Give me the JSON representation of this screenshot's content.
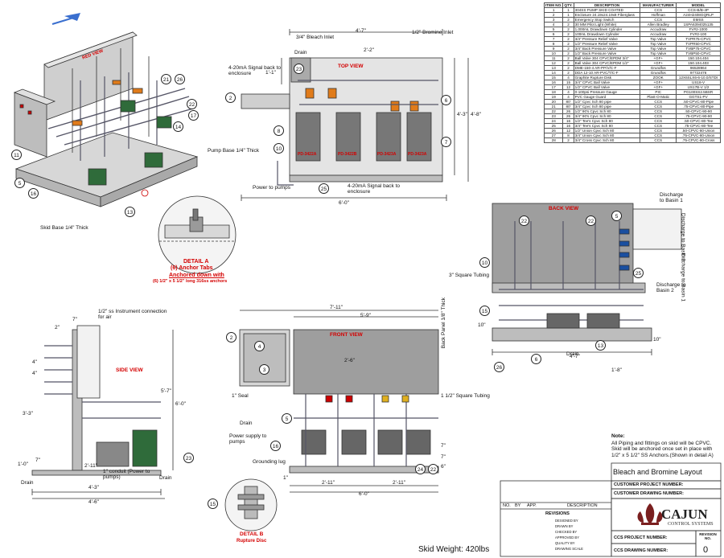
{
  "views": {
    "top_view": "TOP VIEW",
    "back_view": "BACK VIEW",
    "side_view": "SIDE VIEW",
    "front_view": "FRONT VIEW",
    "iso_banner": "RED VIEW"
  },
  "pump_tags": [
    "PD-3422A",
    "PD-3422B",
    "PD-3423A",
    "PD-3423A"
  ],
  "top_dims": {
    "overall_w": "4'-7\"",
    "overall_d": "4'-3\"",
    "overall_d2": "4'-8\"",
    "base_w": "6'-0\"",
    "small": "1'-1\"",
    "small2": "2'-2\""
  },
  "back_dims": {
    "w": "4'-7\"",
    "h1": "1'-8\"",
    "h2": "10\"",
    "h3": "10\""
  },
  "side_dims": {
    "w1": "4'-3\"",
    "w2": "4'-6\"",
    "w3": "2'-11\"",
    "h1": "5'-7\"",
    "h2": "6'-0\"",
    "h3": "3'-3\"",
    "h4": "1'-0\"",
    "a": "2\"",
    "b": "7\"",
    "c": "4\"",
    "d": "4\"",
    "e": "7\""
  },
  "front_dims": {
    "w1": "7'-11\"",
    "w2": "5'-9\"",
    "h1": "2'-6\"",
    "d1": "2'-11\"",
    "d2": "2'-11\"",
    "total": "6'-0\"",
    "x1": "7\"",
    "x2": "7\"",
    "x3": "6\"",
    "y1": "1\""
  },
  "labels": {
    "bleach_inlet": "3/4\" Bleach Inlet",
    "bromine_inlet": "1/2\" Bromine Inlet",
    "signal_back": "4-20mA Signal back to enclosure",
    "signal_back2": "4-20mA Signal back to enclosure",
    "power_to_pumps": "Power to pumps",
    "drain": "Drain",
    "pump_base": "Pump Base 1/4\" Thick",
    "skid_base": "Skid Base 1/4\" Thick",
    "detail_a_title": "DETAIL A",
    "detail_a_l1": "(6) Anchor Tabs",
    "detail_a_l2": "Anchored down with",
    "detail_a_l3": "(6) 1/2\" x 5 1/2\" long 316ss anchors",
    "instrument_conn": "1/2\" ss Instrument connection for air",
    "conduit": "1\" conduit (Power to pumps)",
    "seal": "1\" Seal",
    "power_supply": "Power supply to pumps",
    "grounding": "Grounding lug",
    "sq_tubing_front": "1 1/2\" Square Tubing",
    "sq_tubing_back": "3\" Square Tubing",
    "back_panel": "Back Panel 1/8\" Thick",
    "discharge_basin1": "Discharge to Basin 1",
    "discharge_basin2": "Discharge to Basin 2",
    "discharge_basin2b": "Discharge to Basin 2",
    "discharge_basin1b": "Discharge to Basin 1",
    "detail_b_title": "DETAIL B",
    "detail_b_sub": "Rupture Disc",
    "skid_weight": "Skid Weight: 420lbs",
    "note_title": "Note:",
    "note_body": "All Piping and fittings on skid will be CPVC. Skid will be anchored once set in place with 1/2\" x 5 1/2\" SS Anchors.(Shown in detail A)"
  },
  "bom": {
    "headers": [
      "ITEM NO.",
      "QTY.",
      "DESCRIPTION",
      "MANUFACTURER",
      "MODEL"
    ],
    "rows": [
      [
        "1",
        "1",
        "304SS PUMP SKID COATED",
        "CCS",
        "CCS-B/B-4P"
      ],
      [
        "2",
        "1",
        "Enclosure 24.19x24.19x8 Fiberglass",
        "Hoffman",
        "A24H2408GQRLP"
      ],
      [
        "3",
        "2",
        "Emergency Stop Switch",
        "CCS",
        "EMSS"
      ],
      [
        "4",
        "2",
        "30 MM Pilot Light (White)",
        "Allen Bradley",
        "1SPA6394025135"
      ],
      [
        "5",
        "2",
        "1,000mL Drawdown Cylinder",
        "Accudraw",
        "FV#2-1000"
      ],
      [
        "6",
        "2",
        "100mL Drawdown Cylinder",
        "Accudraw",
        "FV#2-100"
      ],
      [
        "7",
        "2",
        "3/4\" Pressure Relief Valve",
        "Top Valve",
        "TVPR75-CPVC"
      ],
      [
        "8",
        "2",
        "1/2\" Pressure Relief Valve",
        "Top Valve",
        "TVPR50-CPVC"
      ],
      [
        "9",
        "2",
        "3/4\" Back Pressure Valve",
        "Top Valve",
        "TVBP75-CPVC"
      ],
      [
        "10",
        "2",
        "1/2\" Back Pressure Valve",
        "Top Valve",
        "TVBP50-CPVC"
      ],
      [
        "11",
        "2",
        "Ball Valve 304 CPVC/EPDM 3/4\"",
        "+GF+",
        "150.104.404"
      ],
      [
        "12",
        "2",
        "Ball Valve 304 CPVC/EPDM 1/2\"",
        "+GF+",
        "150.104.403"
      ],
      [
        "13",
        "2",
        "DME-150-4 AR-PP/V/C-F",
        "Grundfos",
        "96528964"
      ],
      [
        "14",
        "2",
        "DDA 12-10 AR-PVC/T/C-F",
        "Grundfos",
        "97722476"
      ],
      [
        "15",
        "4",
        "Graphite Rupture Disk",
        "ZOOK",
        "12X6SLX6-6-10.0/STDI"
      ],
      [
        "16",
        "15",
        "3/4\" CPVC Ball Valve",
        "+GF+",
        "US18-V"
      ],
      [
        "17",
        "12",
        "1/2\" CPVC Ball Valve",
        "+GF+",
        "US17B-V 1/2"
      ],
      [
        "18",
        "4",
        "0-100psi Pressure Gauge",
        "PIC",
        "PG100SS2.5BSR"
      ],
      [
        "19",
        "4",
        "PVC Gauge Guard",
        "Plast-O-Matic",
        "GGTS1-PV"
      ],
      [
        "20",
        "80'",
        "1/2\" Cpvc Sch 80 pipe",
        "CCS",
        ".50-CPVC-80-Pipe"
      ],
      [
        "21",
        "80'",
        "3/4\" Cpvc Sch 80 pipe",
        "CCS",
        ".75-CPVC-80-Pipe"
      ],
      [
        "22",
        "26",
        "1/2\" 90's Cpvc Sch 80",
        "CCS",
        ".50-CPVC-90-90"
      ],
      [
        "23",
        "26",
        "3/4\" 90's Cpvc Sch 80",
        "CCS",
        ".75-CPVC-90-90"
      ],
      [
        "24",
        "16",
        "1/2\" Tee's Cpvc Sch 80",
        "CCS",
        ".50-CPVC-80-Tee"
      ],
      [
        "25",
        "16",
        "3/4\" Tee's Cpvc Sch 80",
        "CCS",
        ".75-CPVC-80-Tee"
      ],
      [
        "26",
        "12",
        "1/2\" Union Cpvc Sch 80",
        "CCS",
        ".50-CPVC-80-Union"
      ],
      [
        "27",
        "8",
        "3/4\" Union Cpvc Sch 80",
        "CCS",
        ".75-CPVC-80-Union"
      ],
      [
        "28",
        "2",
        "3/4\" Cross Cpvc Sch 80",
        "CCS",
        ".75-CPVC-80-Cross"
      ]
    ]
  },
  "title_block": {
    "title": "Bleach and Bromine Layout",
    "customer_project": "CUSTOMER PROJECT NUMBER:",
    "customer_drawing": "CUSTOMER DRAWING NUMBER:",
    "ccs_project": "CCS PROJECT NUMBER:",
    "ccs_drawing": "CCS DRAWING NUMBER:",
    "revision": "REVISION NO.",
    "revision_value": "0",
    "revisions": "REVISIONS",
    "company": "CAJUN",
    "company_sub": "CONTROL SYSTEMS",
    "rev_cols": [
      "NO.",
      "BY",
      "APP.",
      "DESCRIPTION"
    ],
    "sign_rows": [
      "DESIGNED BY",
      "DRAWN BY",
      "CHECKED BY",
      "APPROVED BY",
      "QUALITY BY",
      "DRAWING SCALE"
    ]
  }
}
